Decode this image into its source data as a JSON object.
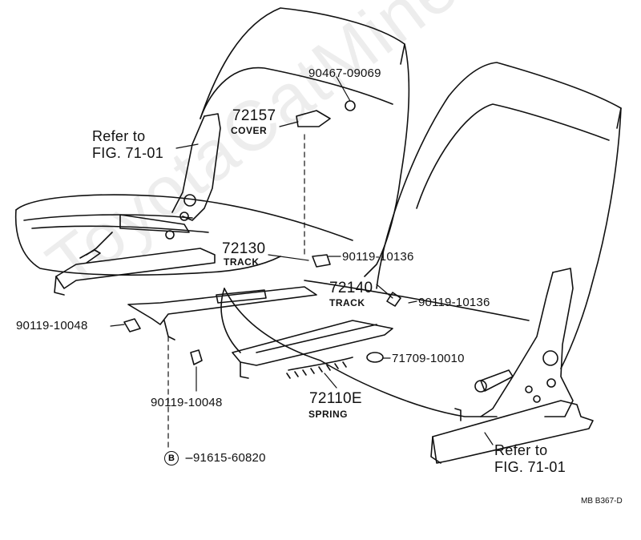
{
  "diagram": {
    "watermark": "ToyotaCatMine.ru",
    "drawing_code": "MB B367-D",
    "line_color": "#111111",
    "parts": [
      {
        "number": "90467-09069",
        "name": ""
      },
      {
        "number": "72157",
        "name": "COVER"
      },
      {
        "number": "72130",
        "name": "TRACK"
      },
      {
        "number": "90119-10136",
        "name": ""
      },
      {
        "number": "72140",
        "name": "TRACK"
      },
      {
        "number": "90119-10136",
        "name": ""
      },
      {
        "number": "90119-10048",
        "name": ""
      },
      {
        "number": "71709-10010",
        "name": ""
      },
      {
        "number": "90119-10048",
        "name": ""
      },
      {
        "number": "72110E",
        "name": "SPRING"
      },
      {
        "number": "91615-60820",
        "name": "",
        "marker": "B"
      }
    ],
    "refs": [
      {
        "line1": "Refer to",
        "line2": "FIG. 71-01"
      },
      {
        "line1": "Refer to",
        "line2": "FIG. 71-01"
      }
    ]
  }
}
